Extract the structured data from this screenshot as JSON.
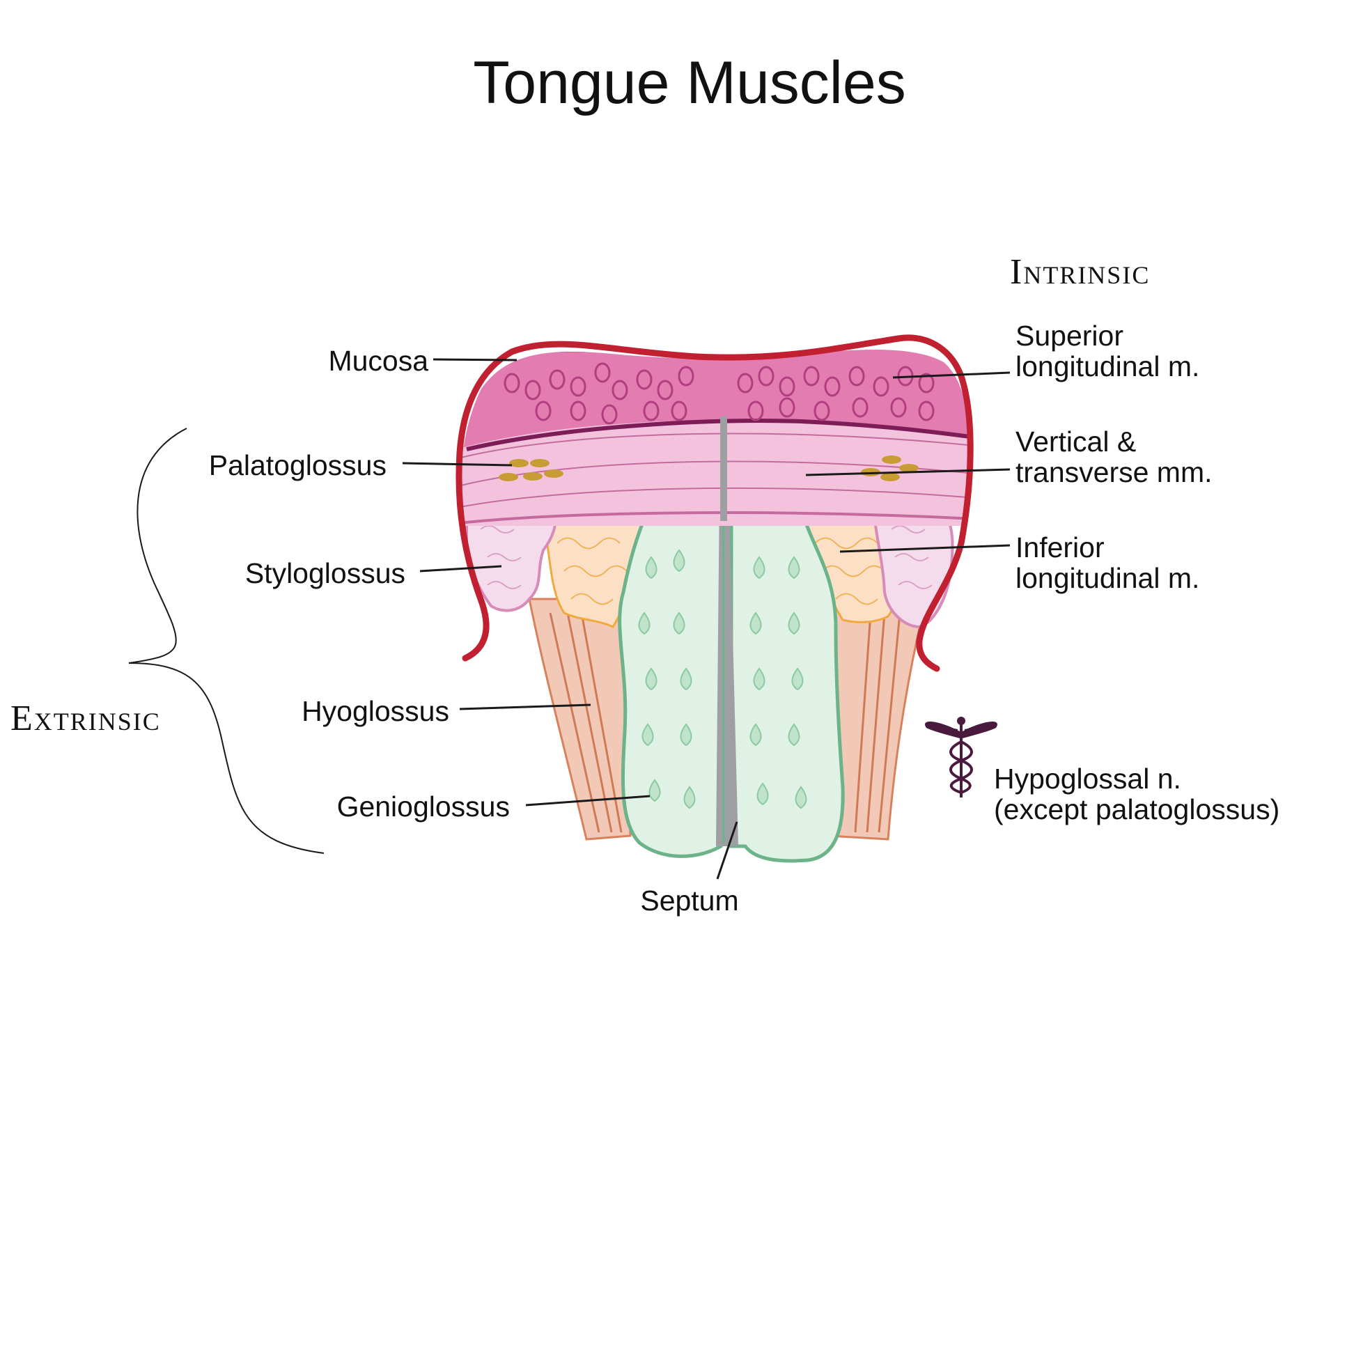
{
  "title": "Tongue Muscles",
  "groups": {
    "intrinsic": "Intrinsic",
    "extrinsic": "Extrinsic"
  },
  "labels": {
    "mucosa": "Mucosa",
    "palatoglossus": "Palatoglossus",
    "styloglossus": "Styloglossus",
    "hyoglossus": "Hyoglossus",
    "genioglossus": "Genioglossus",
    "septum": "Septum",
    "superior_longitudinal": [
      "Superior",
      "longitudinal m."
    ],
    "vertical_transverse": [
      "Vertical &",
      "transverse mm."
    ],
    "inferior_longitudinal": [
      "Inferior",
      "longitudinal m."
    ],
    "nerve": [
      "Hypoglossal n.",
      "(except palatoglossus)"
    ]
  },
  "icon": "caduceus-icon",
  "colors": {
    "mucosa_outline": "#c0202f",
    "superior_layer": "#e37cb0",
    "vertical_layer": "#f3c3de",
    "styloglossus": "#f5dcec",
    "inferior_longitudinal": "#fbe0c6",
    "genioglossus": "#dff2e5",
    "genioglossus_outline": "#6cb38a",
    "hyoglossus": "#f1c9b6",
    "septum": "#9d9fa3",
    "palatoglossus_fibres": "#c89c35",
    "caduceus": "#4a1a3e"
  }
}
